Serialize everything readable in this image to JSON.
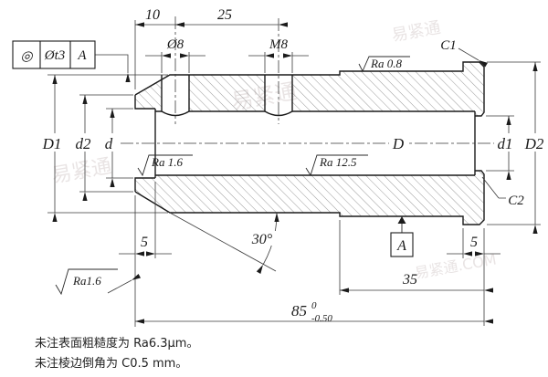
{
  "feature_control_frame": {
    "symbol": "◎",
    "tolerance": "Øt3",
    "datum": "A"
  },
  "dimensions": {
    "length_10": "10",
    "length_25": "25",
    "hole_dia": "Ø8",
    "thread": "M8",
    "chamfer_c1": "C1",
    "chamfer_c2": "C2",
    "dia_D1": "D1",
    "dia_d2": "d2",
    "dia_d": "d",
    "dia_D": "D",
    "dia_d1": "d1",
    "dia_D2": "D2",
    "depth_5_left": "5",
    "angle_30": "30°",
    "flange_5_right": "5",
    "length_35": "35",
    "length_85": "85",
    "tol_upper": "0",
    "tol_lower": "-0.50",
    "datum_label": "A"
  },
  "surface_finish": {
    "left_face": "Ra1.6",
    "bore_left": "Ra 1.6",
    "bore_main": "Ra 12.5",
    "outer_right": "Ra 0.8"
  },
  "notes": {
    "line1": "未注表面粗糙度为 Ra6.3μm。",
    "line2": "未注棱边倒角为 C0.5 mm。"
  },
  "watermarks": {
    "w1": "易紧通",
    "w2": "易紧通",
    "w3": "易紧通.COM",
    "w4": "易紧通"
  },
  "colors": {
    "line": "#1b1b1b",
    "thin": "#3a3a3a",
    "hatch": "#6f6f6f"
  }
}
